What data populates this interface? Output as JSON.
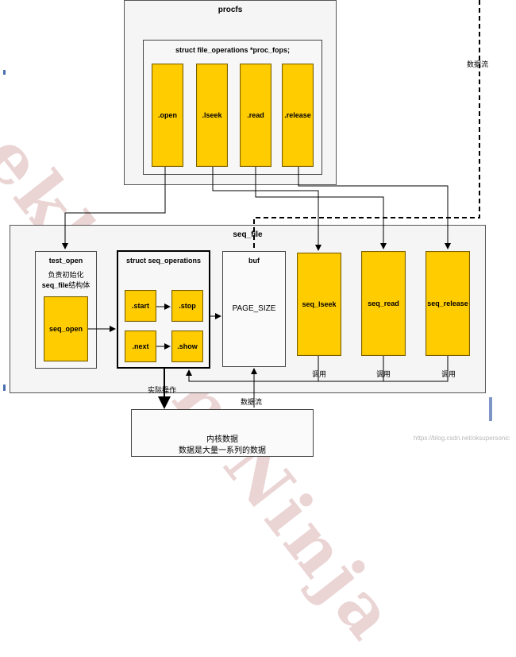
{
  "procfs": {
    "title": "procfs",
    "fops_title": "struct file_operations *proc_fops;",
    "ops": [
      ".open",
      ".lseek",
      ".read",
      ".release"
    ]
  },
  "seq_file": {
    "title": "seq_file",
    "test_open": {
      "title": "test_open",
      "desc_line1": "负责初始化",
      "desc_line2_bold": "seq_file",
      "desc_line2_rest": "结构体",
      "seq_open": "seq_open"
    },
    "seq_operations": {
      "title": "struct seq_operations",
      "ops": [
        ".start",
        ".stop",
        ".next",
        ".show"
      ]
    },
    "buf": {
      "title": "buf",
      "size": "PAGE_SIZE"
    },
    "functions": [
      "seq_lseek",
      "seq_read",
      "seq_release"
    ],
    "call_label": "调用"
  },
  "labels": {
    "data_flow_right": "数据流",
    "actual_ops": "实际操作",
    "data_flow_bottom": "数据流"
  },
  "kernel": {
    "line1": "内核数据",
    "line2": "数据是大量一系列的数据"
  },
  "watermark": "eklaman Ninja",
  "csdn": "https://blog.csdn.net/oksupersonic",
  "colors": {
    "accent_yellow": "#ffcc00",
    "line": "#000000"
  }
}
